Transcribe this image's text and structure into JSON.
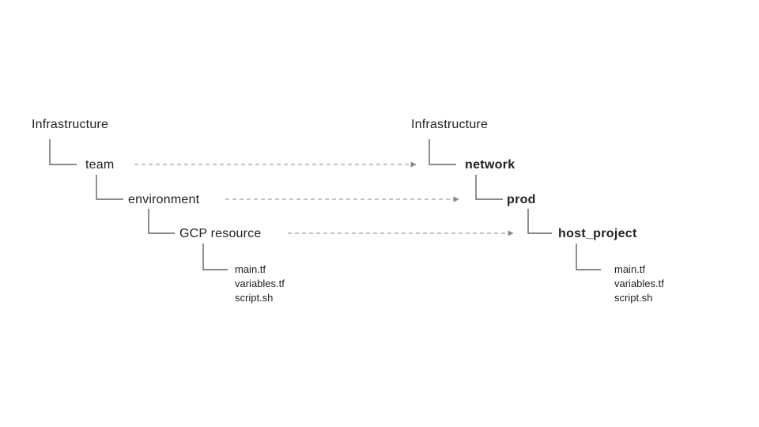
{
  "colors": {
    "background": "#ffffff",
    "text": "#212121",
    "connector": "#5f6368",
    "arrow_line": "#9e9e9e",
    "arrow_head": "#8a8a8a"
  },
  "left_tree": {
    "root": "Infrastructure",
    "nodes": [
      "team",
      "environment",
      "GCP resource"
    ],
    "files": [
      "main.tf",
      "variables.tf",
      "script.sh"
    ]
  },
  "right_tree": {
    "root": "Infrastructure",
    "nodes": [
      "network",
      "prod",
      "host_project"
    ],
    "files": [
      "main.tf",
      "variables.tf",
      "script.sh"
    ]
  }
}
